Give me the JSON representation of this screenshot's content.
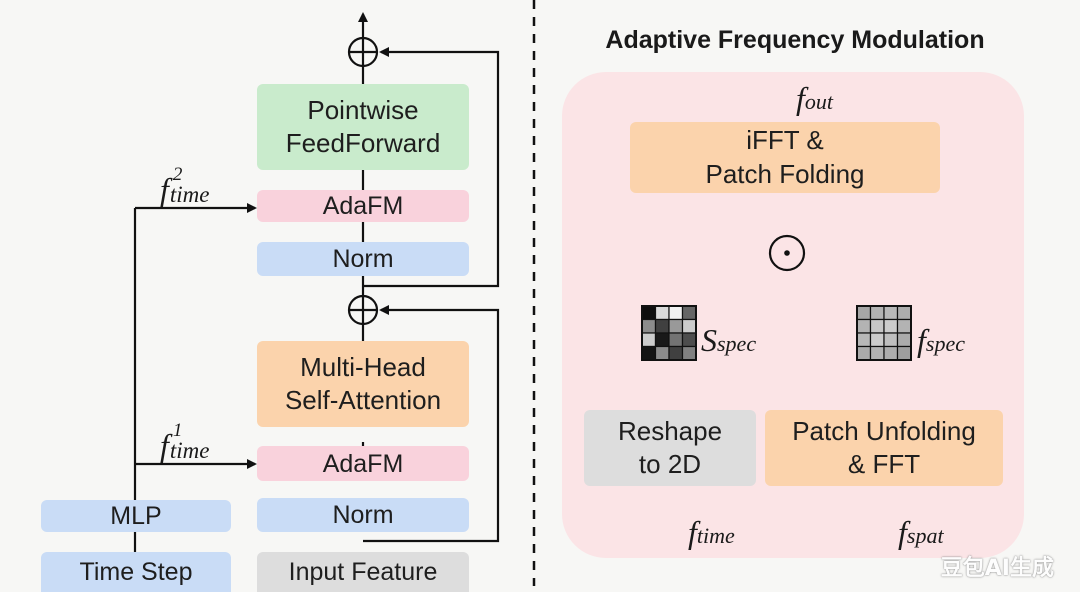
{
  "left": {
    "blocks": {
      "ffn": [
        "Pointwise",
        "FeedForward"
      ],
      "adafm_top": "AdaFM",
      "norm_top": "Norm",
      "mhsa": [
        "Multi-Head",
        "Self-Attention"
      ],
      "adafm_bottom": "AdaFM",
      "norm_bottom": "Norm",
      "mlp": "MLP",
      "time_step": "Time Step",
      "input_feature": "Input Feature"
    },
    "labels": {
      "f_time_2": {
        "base": "f",
        "sub": "time",
        "sup": "2"
      },
      "f_time_1": {
        "base": "f",
        "sub": "time",
        "sup": "1"
      }
    }
  },
  "right": {
    "title": "Adaptive Frequency Modulation",
    "blocks": {
      "ifft": [
        "iFFT &",
        "Patch Folding"
      ],
      "reshape": [
        "Reshape",
        "to 2D"
      ],
      "unfold": [
        "Patch Unfolding",
        "& FFT"
      ]
    },
    "labels": {
      "f_out": {
        "base": "f",
        "sub": "out"
      },
      "s_spec": {
        "base": "S",
        "sub": "spec"
      },
      "f_spec": {
        "base": "f",
        "sub": "spec"
      },
      "f_time": {
        "base": "f",
        "sub": "time"
      },
      "f_spat": {
        "base": "f",
        "sub": "spat"
      }
    },
    "s_spec_grid": [
      [
        0.95,
        0.15,
        0.05,
        0.6
      ],
      [
        0.45,
        0.75,
        0.4,
        0.2
      ],
      [
        0.2,
        0.9,
        0.55,
        0.7
      ],
      [
        0.92,
        0.45,
        0.75,
        0.5
      ]
    ],
    "f_spec_grid": [
      [
        0.35,
        0.3,
        0.28,
        0.32
      ],
      [
        0.3,
        0.22,
        0.2,
        0.3
      ],
      [
        0.28,
        0.2,
        0.25,
        0.33
      ],
      [
        0.33,
        0.3,
        0.32,
        0.38
      ]
    ]
  },
  "watermark": "豆包AI生成",
  "colors": {
    "blue": "#c9dcf6",
    "pink": "#f9d2dc",
    "green": "#c9ebcc",
    "orange": "#fbd3ac",
    "gray": "#dddddd",
    "panel": "#fbe4e6",
    "line": "#111111"
  }
}
